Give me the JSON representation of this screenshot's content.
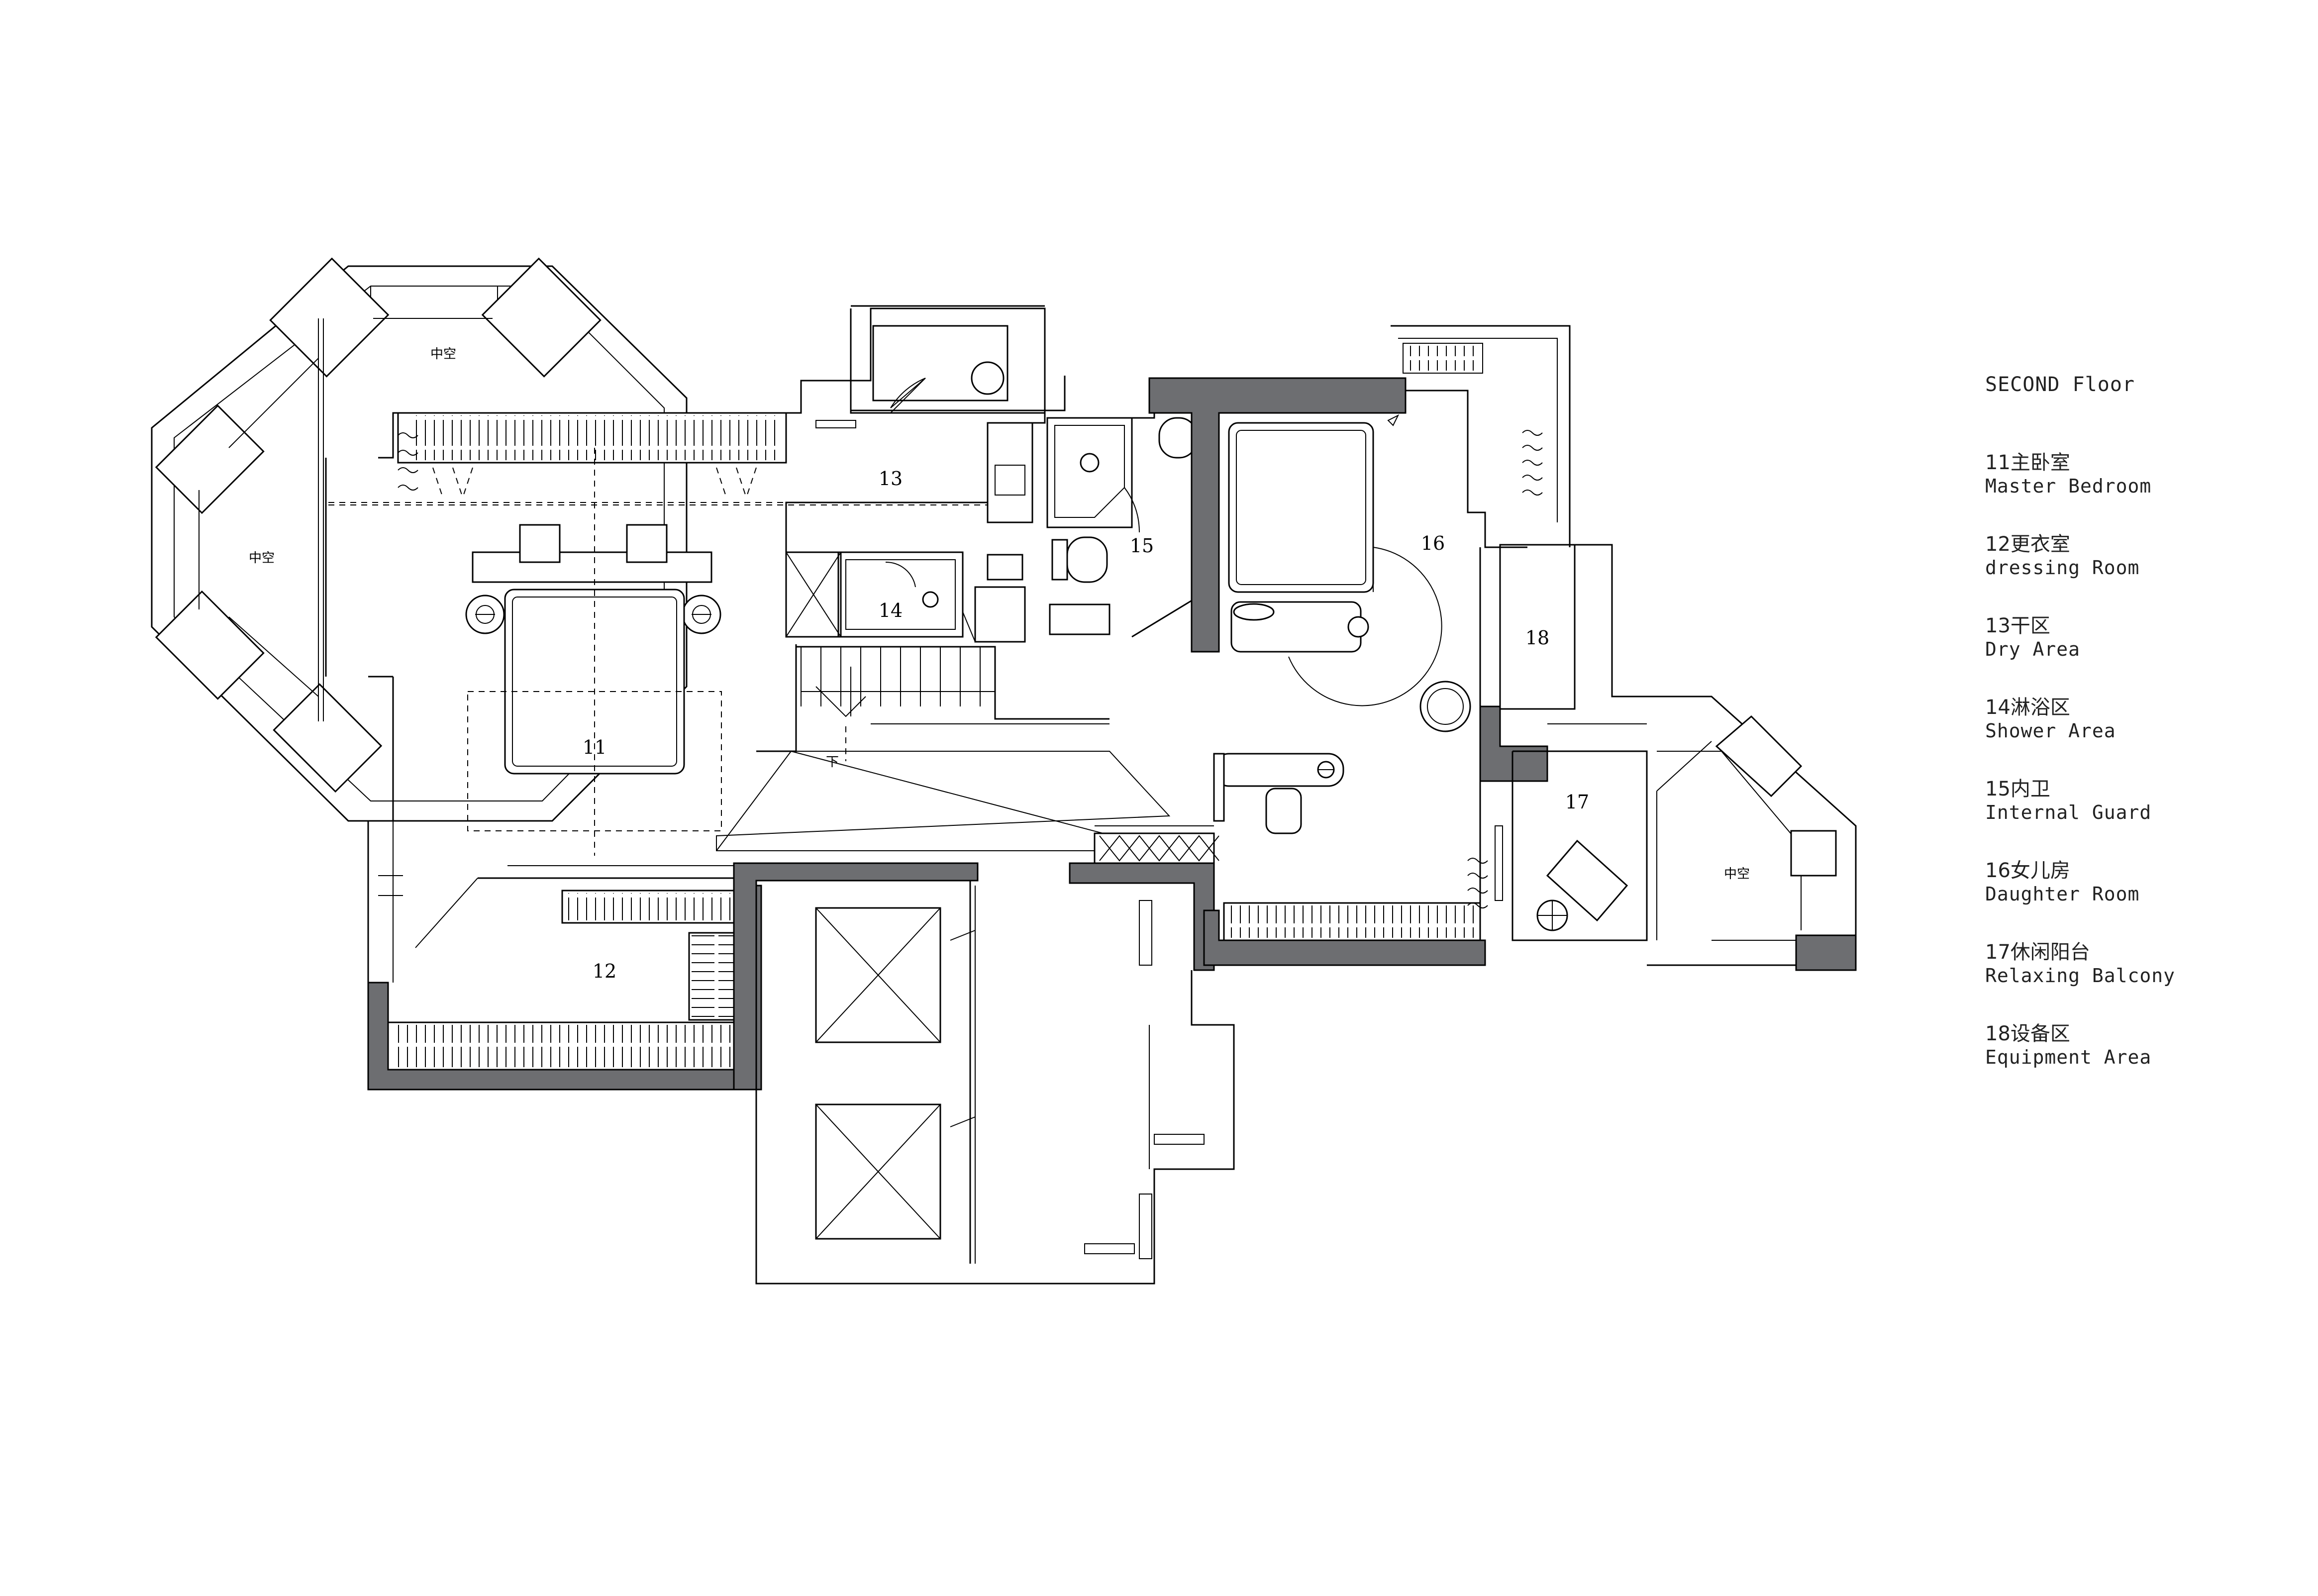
{
  "legend": {
    "title": "SECOND Floor",
    "entries": [
      {
        "cn": "11主卧室",
        "en": "Master Bedroom"
      },
      {
        "cn": "12更衣室",
        "en": "dressing Room"
      },
      {
        "cn": "13干区",
        "en": "Dry Area"
      },
      {
        "cn": "14淋浴区",
        "en": "Shower Area"
      },
      {
        "cn": "15内卫",
        "en": "Internal Guard"
      },
      {
        "cn": "16女儿房",
        "en": "Daughter Room"
      },
      {
        "cn": "17休闲阳台",
        "en": "Relaxing Balcony"
      },
      {
        "cn": "18设备区",
        "en": "Equipment Area"
      }
    ]
  },
  "plan": {
    "rooms": [
      "11",
      "12",
      "13",
      "14",
      "15",
      "16",
      "17",
      "18"
    ],
    "void_label": "中空",
    "stair_mark": "下"
  },
  "colors": {
    "line": "#000000",
    "solid_wall": "#6d6e71",
    "background": "#ffffff"
  }
}
